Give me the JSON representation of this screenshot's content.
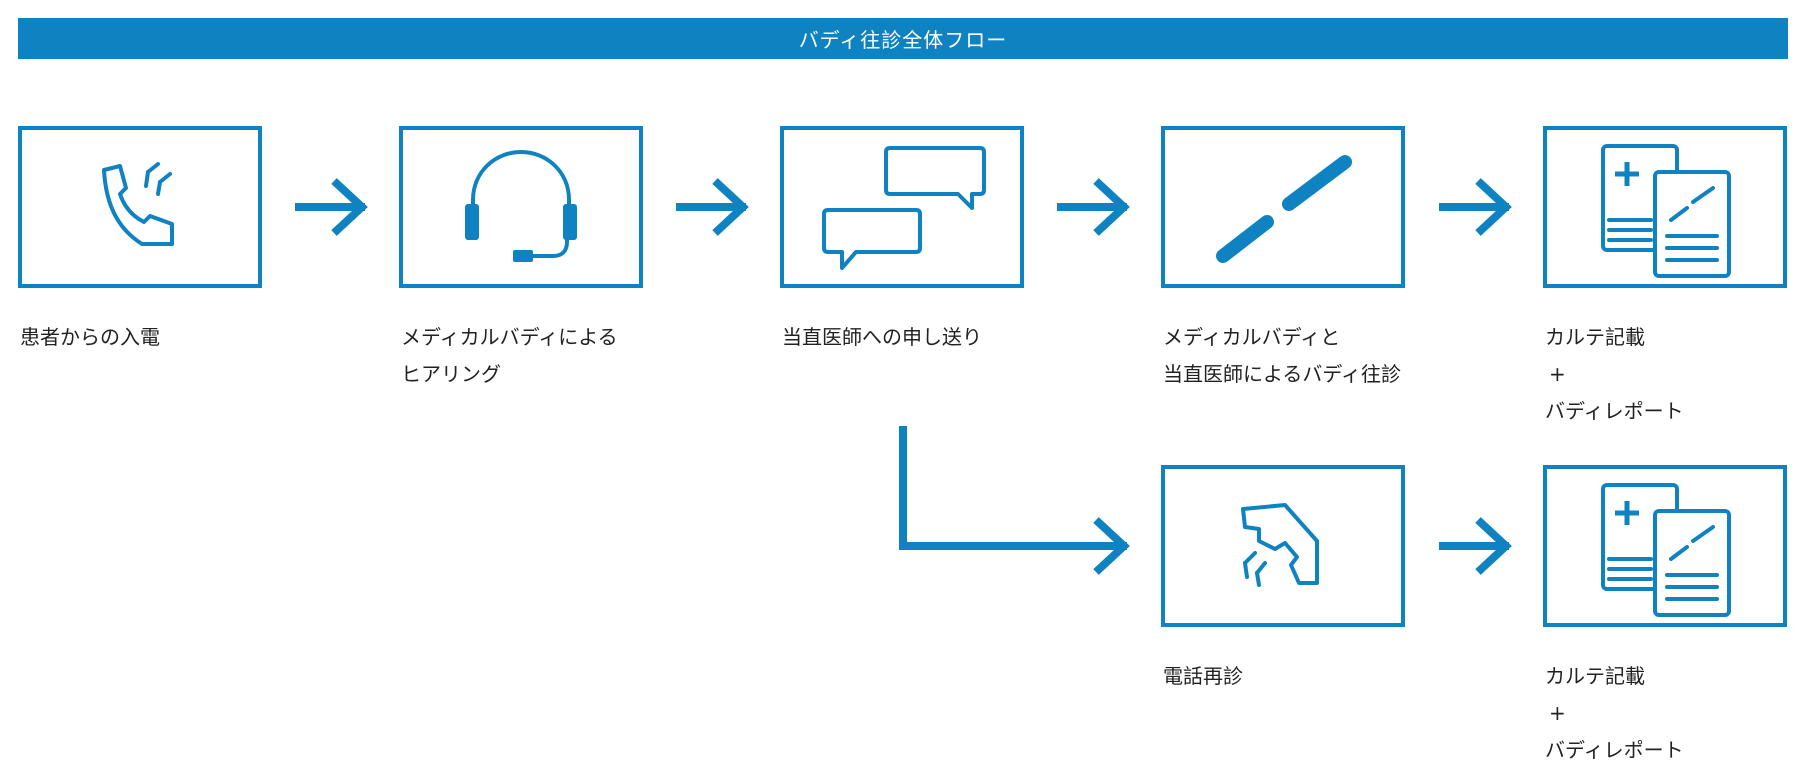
{
  "title": "バディ往診全体フロー",
  "colors": {
    "accent": "#0f83c1",
    "text": "#222222",
    "background": "#ffffff"
  },
  "steps": [
    {
      "id": "incoming-call",
      "icon": "phone-icon",
      "lines": [
        "患者からの入電"
      ]
    },
    {
      "id": "hearing",
      "icon": "headset-icon",
      "lines": [
        "メディカルバディによる",
        "ヒアリング"
      ]
    },
    {
      "id": "handover",
      "icon": "chat-bubbles-icon",
      "lines": [
        "当直医師への申し送り"
      ]
    },
    {
      "id": "home-visit",
      "icon": "pen-icon",
      "lines": [
        "メディカルバディと",
        "当直医師によるバディ往診"
      ]
    },
    {
      "id": "chart-report-1",
      "icon": "documents-icon",
      "lines": [
        "カルテ記載",
        "+",
        "バディレポート"
      ]
    },
    {
      "id": "phone-reconsult",
      "icon": "phone-hangup-icon",
      "lines": [
        "電話再診"
      ]
    },
    {
      "id": "chart-report-2",
      "icon": "documents-icon",
      "lines": [
        "カルテ記載",
        "+",
        "バディレポート"
      ]
    }
  ]
}
